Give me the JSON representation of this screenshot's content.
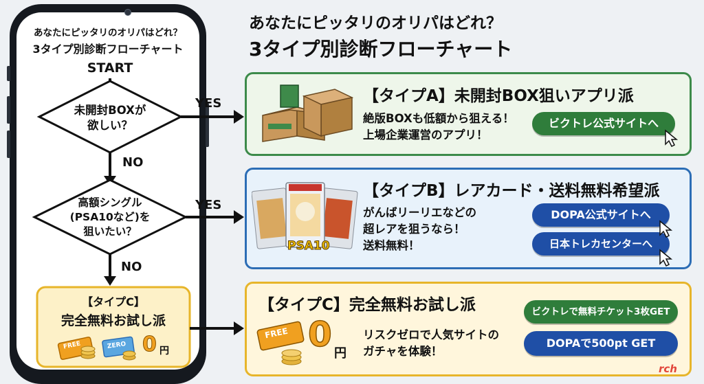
{
  "header": {
    "title_line1": "あなたにピッタリのオリパはどれ？",
    "title_line2": "3タイプ別診断フローチャート"
  },
  "phone": {
    "title_line1": "あなたにピッタリのオリパはどれ？",
    "title_line2": "3タイプ別診断フローチャート",
    "start": "START",
    "q1_line1": "未開封BOXが",
    "q1_line2": "欲しい？",
    "q2_line1": "高額シングル",
    "q2_line2": "(PSA10など)を",
    "q2_line3": "狙いたい？",
    "yes1": "YES",
    "yes2": "YES",
    "no1": "NO",
    "no2": "NO",
    "result_line1": "【タイプC】",
    "result_line2": "完全無料お試し派",
    "ticket_free": "FREE",
    "ticket_zero": "ZERO",
    "zero_yen": "0",
    "yen": "円"
  },
  "cards": {
    "a": {
      "title": "【タイプA】未開封BOX狙いアプリ派",
      "desc_line1": "絶版BOXも低額から狙える！",
      "desc_line2": "上場企業運営のアプリ！",
      "button": "ビクトレ公式サイトへ"
    },
    "b": {
      "title": "【タイプB】レアカード・送料無料希望派",
      "desc_line1": "がんばリーリエなどの",
      "desc_line2": "超レアを狙うなら！",
      "desc_line3": "送料無料！",
      "badge": "PSA10",
      "button1": "DOPA公式サイトへ",
      "button2": "日本トレカセンターへ"
    },
    "c": {
      "title": "【タイプC】完全無料お試し派",
      "desc_line1": "リスクゼロで人気サイトの",
      "desc_line2": "ガチャを体験！",
      "ticket": "FREE",
      "zero_yen": "0",
      "yen": "円",
      "button1": "ビクトレで無料チケット3枚GET",
      "button2": "DOPAで500pt GET"
    }
  },
  "watermark": "rch",
  "colors": {
    "green": "#2f7d3b",
    "blue": "#1f4fa6",
    "yellow": "#e7b52a",
    "orange": "#f0a020"
  }
}
